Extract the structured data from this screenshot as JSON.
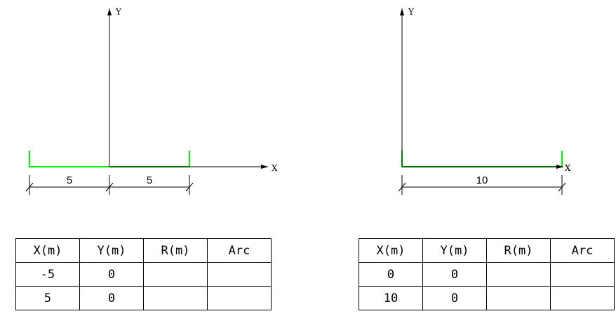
{
  "diagrams": [
    {
      "x_label": "X",
      "y_label": "Y",
      "dimensions": [
        "5",
        "5"
      ],
      "table": {
        "headers": [
          "X(m)",
          "Y(m)",
          "R(m)",
          "Arc"
        ],
        "rows": [
          [
            "-5",
            "0",
            "",
            ""
          ],
          [
            "5",
            "0",
            "",
            ""
          ]
        ]
      }
    },
    {
      "x_label": "X",
      "y_label": "Y",
      "dimensions": [
        "10"
      ],
      "table": {
        "headers": [
          "X(m)",
          "Y(m)",
          "R(m)",
          "Arc"
        ],
        "rows": [
          [
            "0",
            "0",
            "",
            ""
          ],
          [
            "10",
            "0",
            "",
            ""
          ]
        ]
      }
    }
  ],
  "colors": {
    "profile": "#00ee00",
    "axis": "#000000"
  }
}
